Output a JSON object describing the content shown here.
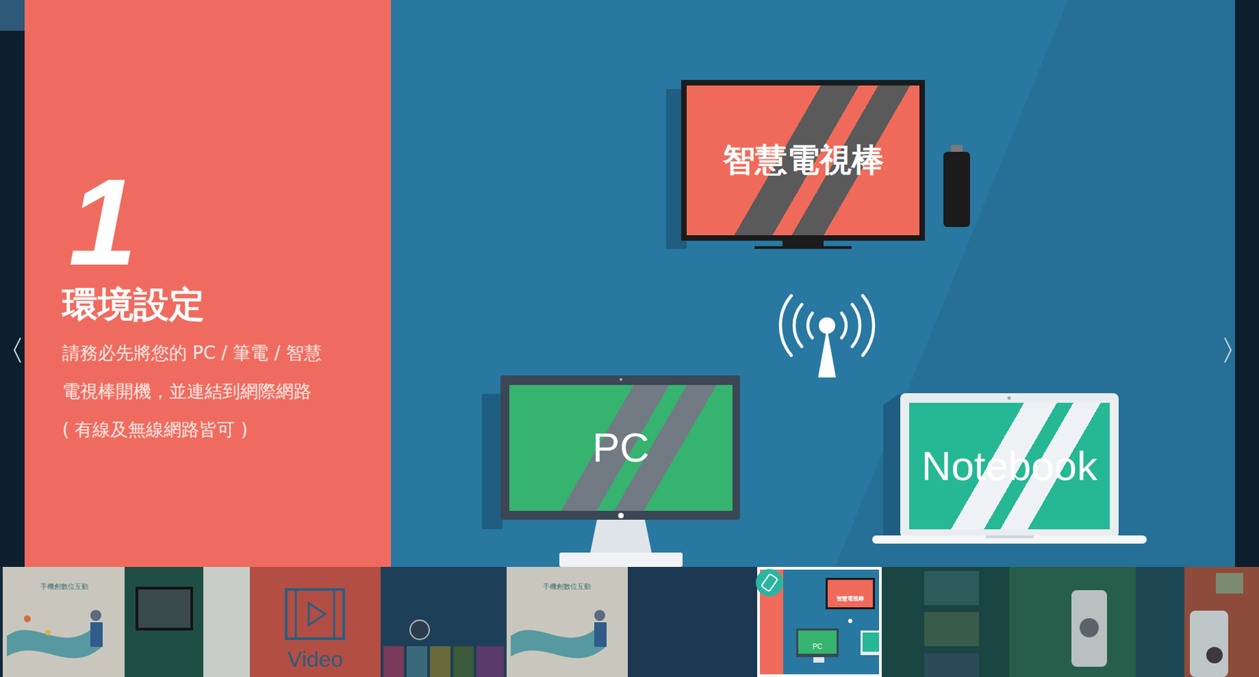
{
  "diagram": {
    "nodes": [
      {
        "text": [
          "1",
          "環境設定",
          "請務必先將您的 PC / 筆電 / 智慧 電視棒開機，並連結到網際網路",
          "( 有線及無線網路皆可 )"
        ]
      },
      {
        "text": [
          "智慧電視棒"
        ]
      },
      {
        "text": [
          "PC"
        ]
      },
      {
        "text": [
          "Notebook"
        ]
      }
    ],
    "labels": [
      "手機創數位互動",
      "Video",
      "手機創數位互動",
      "智慧電視棒",
      "PC"
    ]
  }
}
